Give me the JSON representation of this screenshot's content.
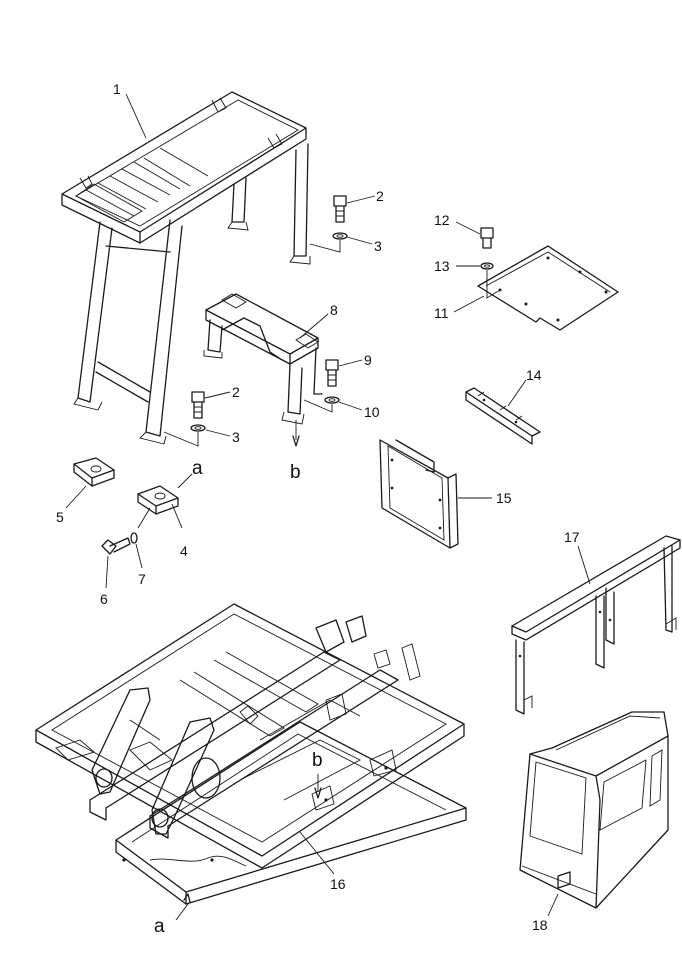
{
  "callouts": {
    "c1": "1",
    "c2a": "2",
    "c3a": "3",
    "c2b": "2",
    "c3b": "3",
    "c4": "4",
    "c5": "5",
    "c6": "6",
    "c7": "7",
    "c8": "8",
    "c9": "9",
    "c10": "10",
    "c11": "11",
    "c12": "12",
    "c13": "13",
    "c14": "14",
    "c15": "15",
    "c16": "16",
    "c17": "17",
    "c18": "18"
  },
  "refs": {
    "a_top": "a",
    "a_bottom": "a",
    "b_top": "b",
    "b_bottom": "b"
  }
}
